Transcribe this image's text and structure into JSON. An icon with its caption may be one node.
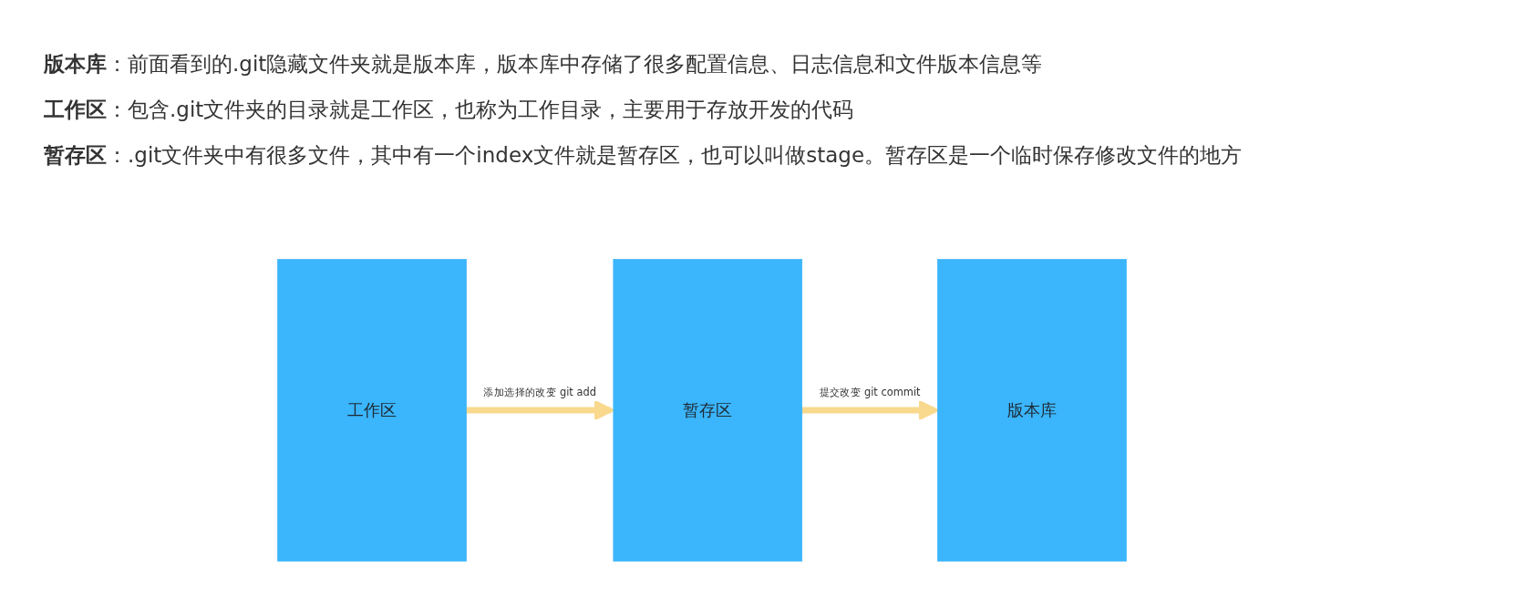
{
  "diagram": {
    "nodes": [
      {
        "text": [
          "工作区"
        ]
      },
      {
        "text": [
          "暂存区"
        ]
      },
      {
        "text": [
          "版本库"
        ]
      }
    ],
    "edges": [
      {
        "from": 0,
        "to": 1,
        "arrow": "to",
        "label": "添加选择的改变 git add"
      },
      {
        "from": 1,
        "to": 2,
        "arrow": "to",
        "label": "提交改变 git commit"
      }
    ],
    "labels": [
      "**版本库**：前面看到的.git隐藏文件夹就是版本库，版本库中存储了很多配置信息、日志信息和文件版本信息等",
      "**工作区**：包含.git文件夹的目录就是工作区，也称为工作目录，主要用于存放开发的代码",
      "**暂存区**：.git文件夹中有很多文件，其中有一个index文件就是暂存区，也可以叫做stage。暂存区是一个临时保存修改文件的地方"
    ]
  }
}
